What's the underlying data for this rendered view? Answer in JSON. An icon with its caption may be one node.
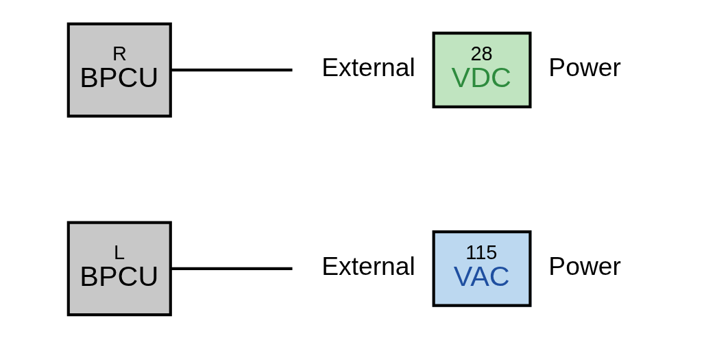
{
  "diagram": {
    "nodes": [
      {
        "text": [
          "L",
          "BPCU"
        ]
      },
      {
        "text": [
          "115",
          "VAC"
        ],
        "beside": [
          "External",
          "Power"
        ]
      },
      {
        "text": [
          "R",
          "BPCU"
        ]
      },
      {
        "text": [
          "28",
          "VDC"
        ],
        "beside": [
          "External",
          "Power"
        ]
      }
    ],
    "edges": [
      {
        "from": 0,
        "to": 1,
        "arrow": "none"
      },
      {
        "from": 2,
        "to": 3,
        "arrow": "none"
      }
    ]
  }
}
